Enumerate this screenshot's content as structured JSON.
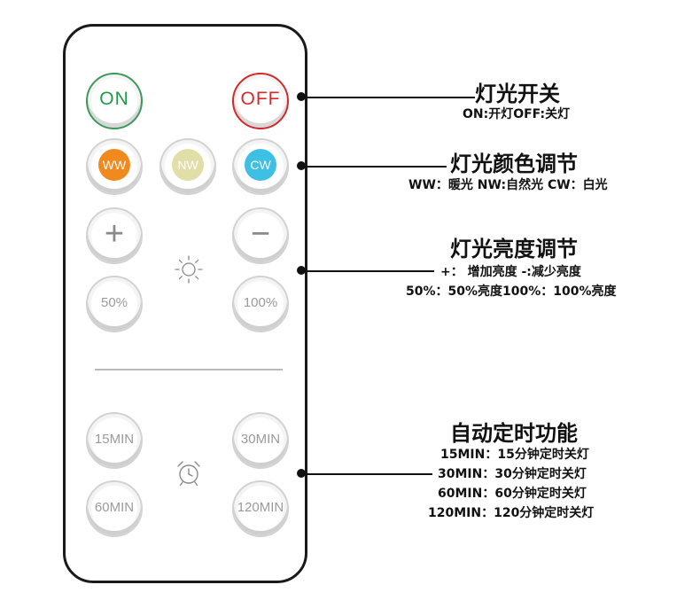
{
  "remote": {
    "power": {
      "on_label": "ON",
      "off_label": "OFF"
    },
    "color_buttons": [
      {
        "label": "WW",
        "color": "#F08A1E"
      },
      {
        "label": "NW",
        "color": "#E1DFA7"
      },
      {
        "label": "CW",
        "color": "#3EC0E4"
      }
    ],
    "brightness": {
      "plus_label": "+",
      "minus_label": "−",
      "p50_label": "50%",
      "p100_label": "100%",
      "center_icon": "sun-icon"
    },
    "timer": {
      "labels": [
        "15MIN",
        "30MIN",
        "60MIN",
        "120MIN"
      ],
      "center_icon": "alarm-clock-icon"
    }
  },
  "annotations": {
    "power": {
      "title": "灯光开关",
      "lines": [
        "ON:开灯OFF:关灯"
      ]
    },
    "color": {
      "title": "灯光颜色调节",
      "lines": [
        "WW：暖光 NW:自然光 CW：白光"
      ]
    },
    "brightness": {
      "title": "灯光亮度调节",
      "lines": [
        "+： 增加亮度  -:减少亮度",
        "50%：50%亮度100%：100%亮度"
      ]
    },
    "timer": {
      "title": "自动定时功能",
      "lines": [
        "15MIN：15分钟定时关灯",
        "30MIN：30分钟定时关灯",
        "60MIN：60分钟定时关灯",
        "120MIN：120分钟定时关灯"
      ]
    }
  },
  "colors": {
    "outline": "#1A1A1A",
    "on_green": "#1F9A4A",
    "off_red": "#D22A2A"
  }
}
